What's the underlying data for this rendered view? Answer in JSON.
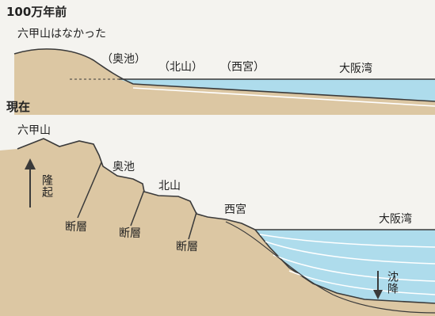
{
  "past": {
    "heading": "100万年前",
    "note": "六甲山はなかった",
    "places": [
      "（奥池）",
      "（北山）",
      "（西宮）",
      "大阪湾"
    ]
  },
  "present": {
    "heading": "現在",
    "places": [
      "六甲山",
      "奥池",
      "北山",
      "西宮",
      "大阪湾"
    ],
    "uplift": "隆起",
    "subsidence": "沈降",
    "faults": [
      "断層",
      "断層",
      "断層"
    ]
  },
  "colors": {
    "land": "#dcc7a3",
    "sea": "#aedcec",
    "outline": "#3a3a3a",
    "background": "#f4f3ef"
  }
}
